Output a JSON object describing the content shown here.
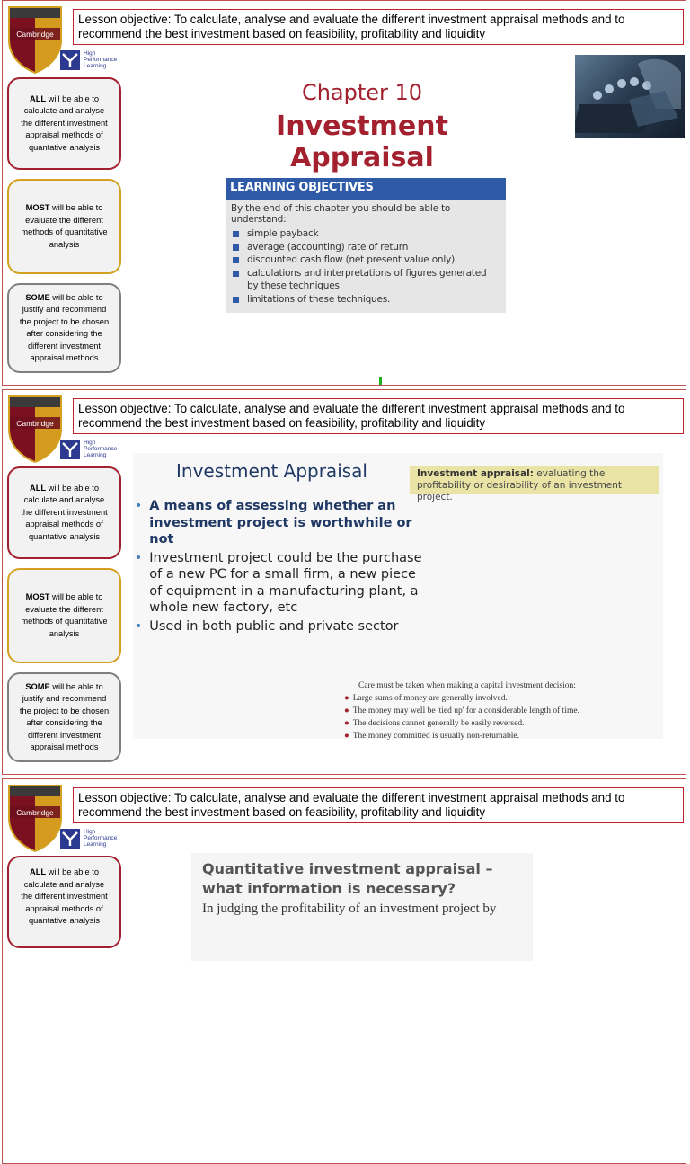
{
  "header": {
    "objective": "Lesson objective: To calculate, analyse and evaluate the different investment appraisal methods and to recommend the best investment based on feasibility, profitability and liquidity",
    "school_name": "Cambridge",
    "hpl_line1": "High",
    "hpl_line2": "Performance",
    "hpl_line3": "Learning"
  },
  "outcomes": {
    "all_lead": "ALL",
    "all_text": " will be able to calculate and analyse the different investment appraisal methods of quantative analysis",
    "most_lead": "MOST",
    "most_text": " will be able to evaluate the different methods of quantitative analysis",
    "some_lead": "SOME",
    "some_text": " will be able to justify and recommend the project to be chosen after considering the different investment appraisal methods"
  },
  "slide1": {
    "chapter": "Chapter 10",
    "title": "Investment Appraisal",
    "lo_heading": "LEARNING OBJECTIVES",
    "lo_intro": "By the end of this chapter you should be able to understand:",
    "lo_items": [
      "simple payback",
      "average (accounting) rate of return",
      "discounted cash flow (net present value only)",
      "calculations and interpretations of figures generated by these techniques",
      "limitations of these techniques."
    ]
  },
  "slide2": {
    "title": "Investment Appraisal",
    "def_term": "Investment appraisal:",
    "def_text": " evaluating the profitability or desirability of an investment project.",
    "bullets": [
      "A means of assessing whether an investment project is worthwhile or not",
      "Investment project could be the purchase of a new PC for a small firm, a new piece of equipment in a manufacturing plant, a whole new factory, etc",
      "Used in both public and private sector"
    ],
    "care_heading": "Care must be taken when making a capital investment decision:",
    "care_items": [
      "Large sums of money are generally involved.",
      "The money may well be 'tied up' for a considerable length of time.",
      "The decisions cannot generally be easily reversed.",
      "The money committed is usually non-returnable."
    ]
  },
  "slide3": {
    "title": "Quantitative investment appraisal – what information is necessary?",
    "body": "In judging the profitability of an investment project by"
  },
  "colors": {
    "border": "#c0504d",
    "maroon": "#a3202e",
    "gold": "#d4a020",
    "grey": "#7f7f7f",
    "navy": "#1f3864",
    "blue": "#2e5aa7"
  }
}
